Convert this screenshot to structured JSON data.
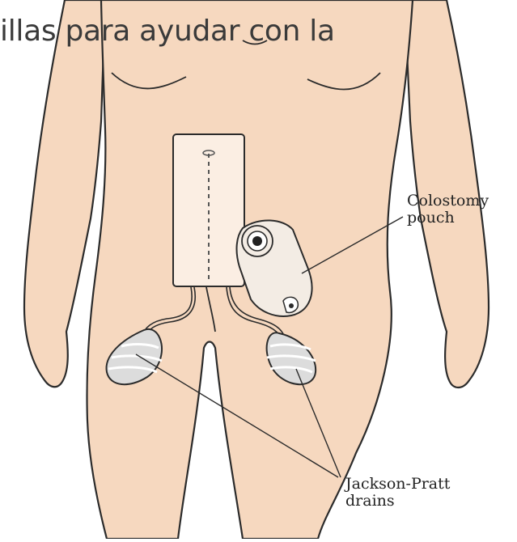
{
  "overlay_text": "illas para ayudar con la",
  "labels": {
    "colostomy": {
      "line1": "Colostomy",
      "line2": "pouch"
    },
    "jackson_pratt": {
      "line1": "Jackson-Pratt",
      "line2": "drains"
    }
  },
  "colors": {
    "skin": "#f6d8bf",
    "outline": "#2b2b2b",
    "dressing": "#fbeee3",
    "pouch": "#f3ece4",
    "drain_bulb": "#dcdcdc"
  },
  "icons": {
    "figure": "human-torso-illustration",
    "dressing": "abdominal-incision-dressing",
    "pouch": "colostomy-pouch",
    "drains": "jackson-pratt-drain-bulbs"
  }
}
